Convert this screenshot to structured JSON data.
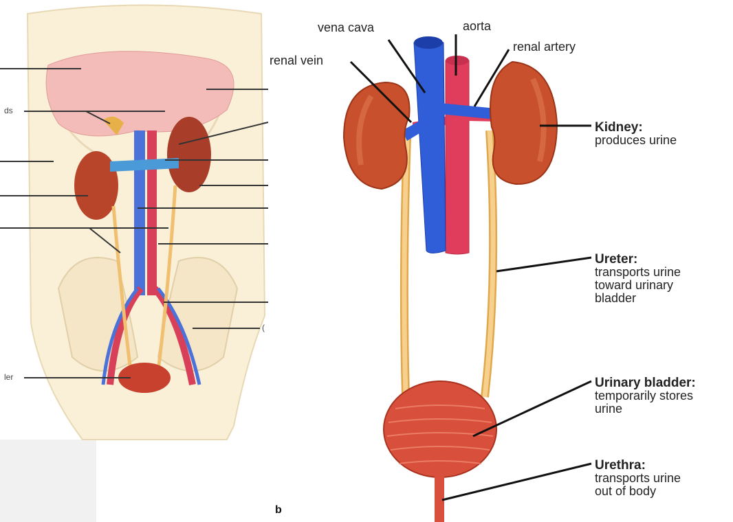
{
  "left_figure": {
    "fragments": [
      "ds",
      "ler",
      "("
    ]
  },
  "vessel_labels": {
    "vena_cava": "vena cava",
    "aorta": "aorta",
    "renal_vein": "renal vein",
    "renal_artery": "renal artery"
  },
  "organ_labels": [
    {
      "title": "Kidney:",
      "desc": [
        "produces urine"
      ]
    },
    {
      "title": "Ureter:",
      "desc": [
        "transports urine",
        "toward urinary",
        "bladder"
      ]
    },
    {
      "title": "Urinary bladder:",
      "desc": [
        "temporarily stores",
        "urine"
      ]
    },
    {
      "title": "Urethra:",
      "desc": [
        "transports urine",
        "out of body"
      ]
    }
  ],
  "panel_letter": "b",
  "colors": {
    "kidney": "#c8502c",
    "vein": "#3060d8",
    "artery": "#e04060",
    "ureter": "#f0c070",
    "skin": "#f8ecd0",
    "liver": "#f3b4b0"
  }
}
